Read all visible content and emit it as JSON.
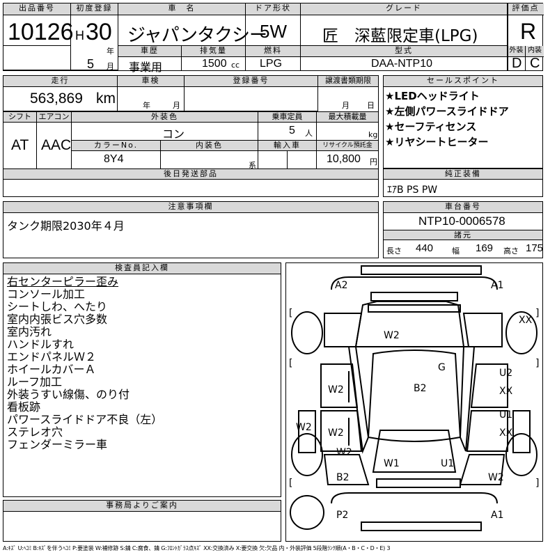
{
  "header": {
    "lot_label": "出品番号",
    "lot_number": "10126",
    "first_reg_label": "初度登録",
    "era_letter": "H",
    "year": "30",
    "year_unit": "年",
    "month": "5",
    "month_unit": "月",
    "car_name_label": "車　名",
    "car_name": "ジャパンタクシー",
    "door_label": "ドア形状",
    "door": "5W",
    "grade_label": "グレード",
    "grade": "匠　深藍限定車(LPG)",
    "score_label": "評価点",
    "score": "R",
    "history_label": "車歴",
    "history": "事業用",
    "displacement_label": "排気量",
    "displacement": "1500",
    "displacement_unit": "cc",
    "fuel_label": "燃料",
    "fuel": "LPG",
    "model_label": "型式",
    "model": "DAA-NTP10",
    "exterior_label": "外装",
    "exterior_grade": "D",
    "interior_label": "内装",
    "interior_grade": "C"
  },
  "row2": {
    "mileage_label": "走行",
    "mileage": "563,869",
    "mileage_unit": "km",
    "inspection_label": "車検",
    "insp_year_unit": "年",
    "insp_month_unit": "月",
    "reg_number_label": "登録番号",
    "transfer_label": "譲渡書類期限",
    "transfer_month_unit": "月",
    "transfer_day_unit": "日",
    "shift_label": "シフト",
    "shift": "AT",
    "ac_label": "エアコン",
    "ac": "AAC",
    "exterior_color_label": "外装色",
    "exterior_color": "コン",
    "capacity_label": "乗車定員",
    "capacity": "5",
    "capacity_unit": "人",
    "load_label": "最大積載量",
    "load_unit": "kg",
    "color_no_label": "カラーNo.",
    "color_no": "8Y4",
    "interior_color_label": "内装色",
    "interior_color_suffix": "系",
    "import_label": "輸入車",
    "recycle_label": "リサイクル預託金",
    "recycle": "10,800",
    "recycle_unit": "円",
    "later_parts_label": "後日発送部品"
  },
  "sales_points": {
    "label": "セールスポイント",
    "items": [
      "★LEDヘッドライト",
      "★左側パワースライドドア",
      "★セーフティセンス",
      "★リヤシートヒーター"
    ]
  },
  "equipment": {
    "label": "純正装備",
    "value": "ｴｱB PS PW"
  },
  "notes": {
    "label": "注意事項欄",
    "text": "タンク期限2030年４月"
  },
  "chassis": {
    "label": "車台番号",
    "number": "NTP10-0006578",
    "dims_label": "諸元",
    "length_label": "長さ",
    "length": "440",
    "width_label": "幅",
    "width": "169",
    "height_label": "高さ",
    "height": "175"
  },
  "inspector": {
    "label": "検査員記入欄",
    "lines": [
      "右センターピラー歪み",
      "コンソール加工",
      "シートしわ、へたり",
      "室内内張ビス穴多数",
      "室内汚れ",
      "ハンドルすれ",
      "エンドパネルＷ２",
      "ホイールカバーＡ",
      "ルーフ加工",
      "外装うすい線傷、のり付",
      "看板跡",
      "パワースライドドア不良（左）",
      "ステレオ穴",
      "フェンダーミラー車"
    ]
  },
  "office": {
    "label": "事務局よりご案内"
  },
  "diagram_marks": {
    "front_left": "A2",
    "front_right": "A1",
    "hood": "W2",
    "right_front_fender": "XX",
    "left_front_door": "W2",
    "roof_g": "G",
    "roof_b": "B2",
    "right_front_door_u": "U2",
    "right_front_door_x": "XX",
    "left_sill": "W2",
    "left_rear_door": "W2",
    "right_rear_door_u": "U1",
    "right_rear_door_x": "XX",
    "left_rear_fender": "W2",
    "rear_w": "W1",
    "rear_u": "U1",
    "left_rear_quarter": "B2",
    "right_rear_quarter": "W2",
    "rear_left": "P2",
    "rear_right": "A1",
    "bracket_open": "[",
    "bracket_close": "]"
  },
  "legend": "A:ｷｽﾞ U:ﾍｺﾐ B:ｷｽﾞを伴うﾍｺﾐ P:要塗装 W:補修跡 S:錆 C:腐食、錆 G:ﾌﾛﾝﾄｶﾞﾗｽ点ｷｽﾞ XX:交換済み X:要交換 欠:欠品 内・外装評価 5段階ﾗﾝｸ順(A・B・C・D・E) 3"
}
